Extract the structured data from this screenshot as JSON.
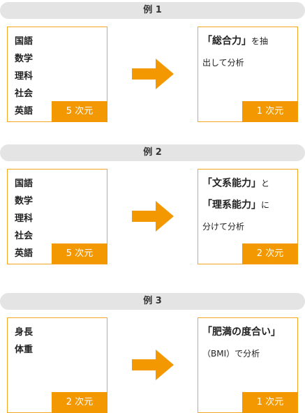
{
  "colors": {
    "accent": "#f39800",
    "border": "#f5a623",
    "banner": "#e4e4e4"
  },
  "examples": [
    {
      "label": "例 1",
      "inputs": [
        "国語",
        "数学",
        "理科",
        "社会",
        "英語"
      ],
      "input_dim": "5 次元",
      "output_lines": [
        {
          "bold": "「総合力」",
          "rest": "を抽"
        },
        {
          "bold": "",
          "rest": "出して分析"
        }
      ],
      "output_dim": "1 次元"
    },
    {
      "label": "例 2",
      "inputs": [
        "国語",
        "数学",
        "理科",
        "社会",
        "英語"
      ],
      "input_dim": "5 次元",
      "output_lines": [
        {
          "bold": "「文系能力」",
          "rest": "と"
        },
        {
          "bold": "「理系能力」",
          "rest": "に"
        },
        {
          "bold": "",
          "rest": "分けて分析"
        }
      ],
      "output_dim": "2 次元"
    },
    {
      "label": "例 3",
      "inputs": [
        "身長",
        "体重"
      ],
      "input_dim": "2 次元",
      "output_lines": [
        {
          "bold": "「肥満の度合い」",
          "rest": ""
        },
        {
          "bold": "",
          "rest": "（BMI）で分析"
        }
      ],
      "output_dim": "1 次元"
    }
  ]
}
